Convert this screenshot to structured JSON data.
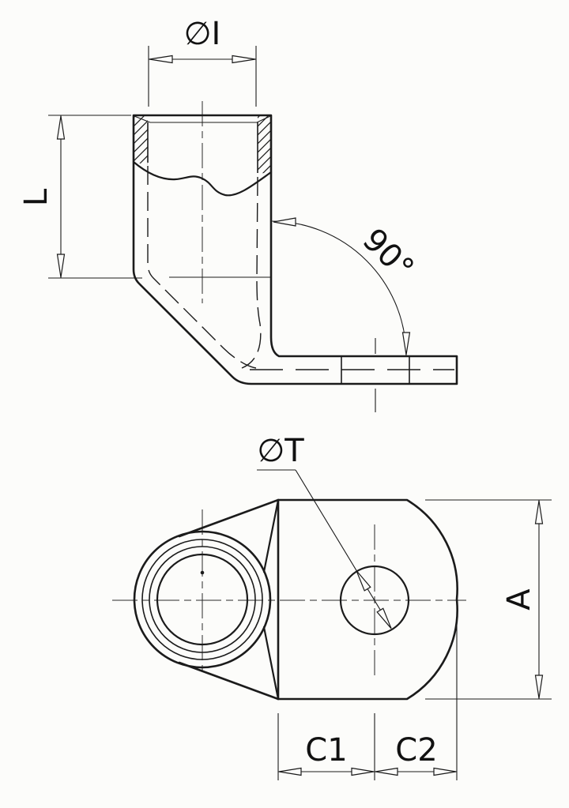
{
  "drawing": {
    "description": "Technical drawing of a 90-degree angled tubular cable lug in two views",
    "background_color": "#fcfcfa",
    "line_color": "#1b1b1b",
    "side_view": {
      "labels": {
        "inner_diameter": "∅I",
        "barrel_length": "L",
        "bend_angle": "90°"
      }
    },
    "bottom_view": {
      "labels": {
        "hole_diameter": "∅T",
        "palm_width": "A",
        "dist_palm_to_hole": "C1",
        "dist_hole_to_tip": "C2"
      }
    }
  }
}
